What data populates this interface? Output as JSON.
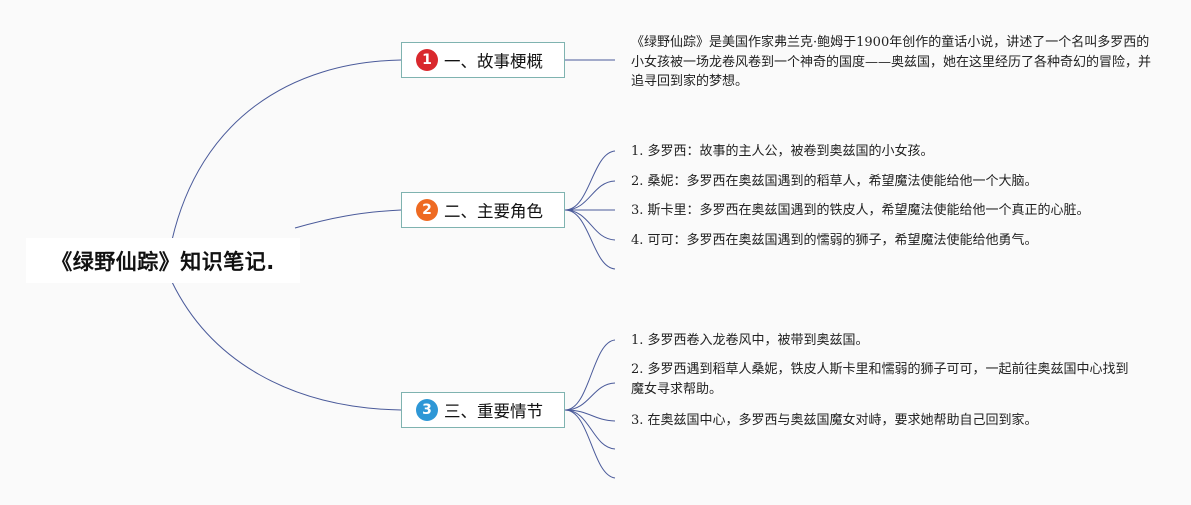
{
  "title": "《绿野仙踪》知识笔记.",
  "colors": {
    "line": "#4a5a9a",
    "badge1": "#d9282d",
    "badge2": "#ee6a22",
    "badge3": "#2e97d6",
    "branch_border": "#7fb3b0"
  },
  "branches": [
    {
      "number": "1",
      "label": "一、故事梗概",
      "summary": "《绿野仙踪》是美国作家弗兰克·鲍姆于1900年创作的童话小说，讲述了一个名叫多罗西的小女孩被一场龙卷风卷到一个神奇的国度——奥兹国，她在这里经历了各种奇幻的冒险，并追寻回到家的梦想。"
    },
    {
      "number": "2",
      "label": "二、主要角色",
      "items": [
        "1. 多罗西：故事的主人公，被卷到奥兹国的小女孩。",
        "2. 桑妮：多罗西在奥兹国遇到的稻草人，希望魔法使能给他一个大脑。",
        "3. 斯卡里：多罗西在奥兹国遇到的铁皮人，希望魔法使能给他一个真正的心脏。",
        "4. 可可：多罗西在奥兹国遇到的懦弱的狮子，希望魔法使能给他勇气。"
      ]
    },
    {
      "number": "3",
      "label": "三、重要情节",
      "items": [
        "1. 多罗西卷入龙卷风中，被带到奥兹国。",
        "2. 多罗西遇到稻草人桑妮，铁皮人斯卡里和懦弱的狮子可可，一起前往奥兹国中心找到魔女寻求帮助。",
        "3. 在奥兹国中心，多罗西与奥兹国魔女对峙，要求她帮助自己回到家。"
      ]
    }
  ]
}
